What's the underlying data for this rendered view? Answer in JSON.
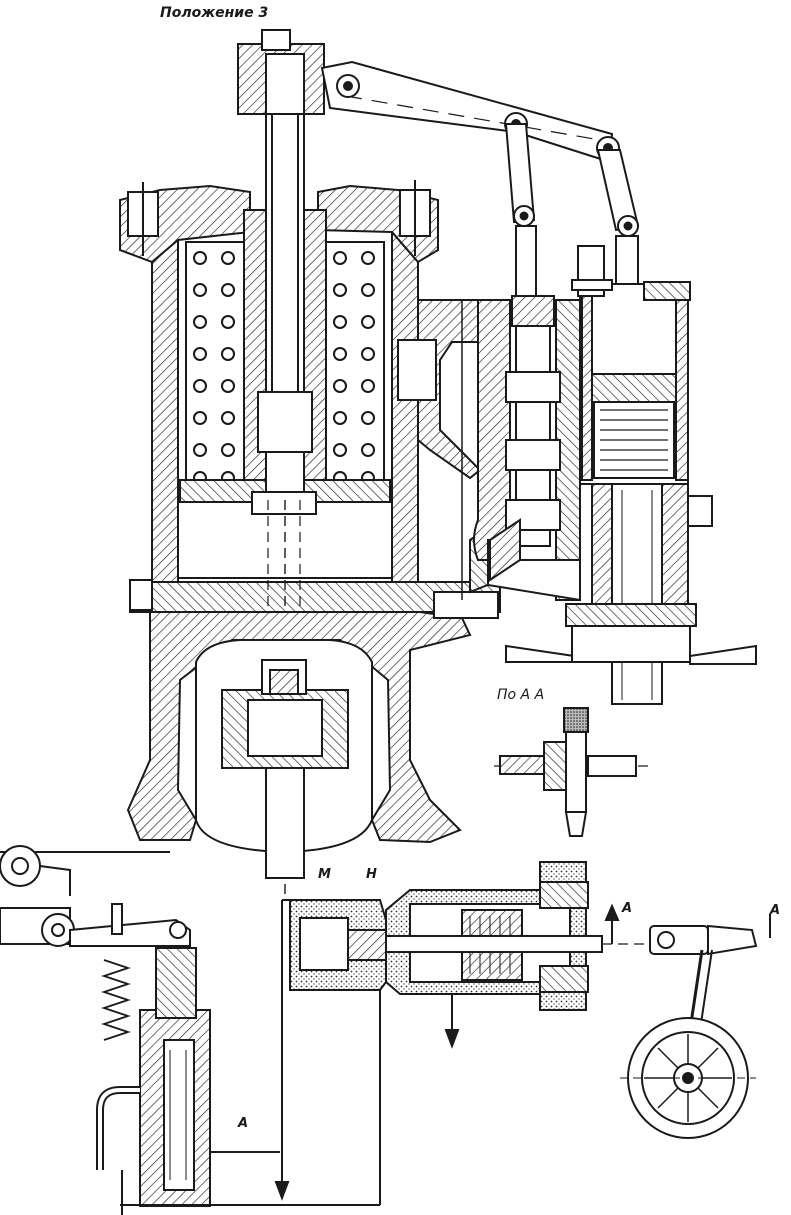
{
  "labels": {
    "title": "Положение 3",
    "section": "По А А",
    "m": "М",
    "n": "Н",
    "a_right": "А",
    "a_far": "А",
    "a_left": "А"
  },
  "style": {
    "ink": "#1a1a1a",
    "paper": "#ffffff"
  }
}
